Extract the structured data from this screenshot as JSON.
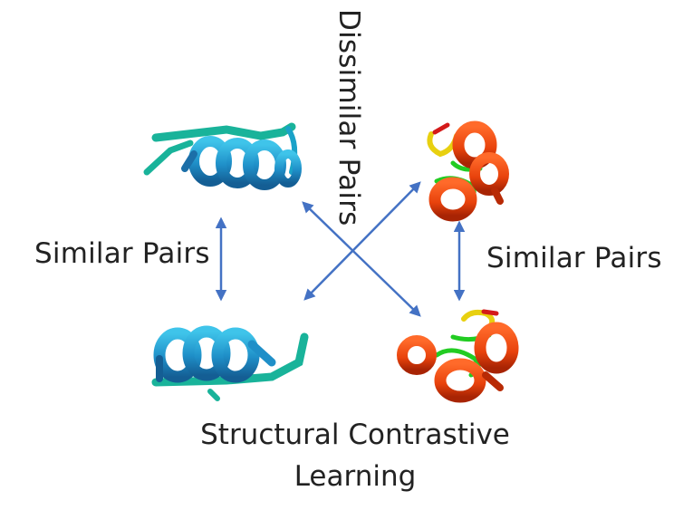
{
  "labels": {
    "similar_left": "Similar Pairs",
    "similar_right": "Similar Pairs",
    "dissimilar": "Dissimilar Pairs",
    "bottom_line1": "Structural Contrastive",
    "bottom_line2": "Learning"
  },
  "colors": {
    "arrow": "#4472c4",
    "blue_helix_light": "#2bb4dd",
    "blue_helix_dark": "#1c6fa8",
    "teal_strand": "#19b39a",
    "red_helix": "#f04a10",
    "red_helix_dark": "#b82a05",
    "green_loop": "#22cc22",
    "yellow_loop": "#e8d010"
  },
  "icons": {
    "top_left": "protein-structure-blue-icon",
    "bottom_left": "protein-structure-blue-icon",
    "top_right": "protein-structure-red-icon",
    "bottom_right": "protein-structure-red-icon"
  }
}
